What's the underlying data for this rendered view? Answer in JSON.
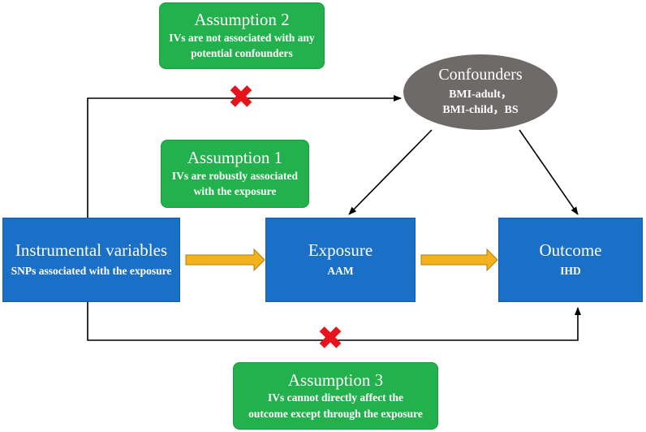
{
  "assumption2": {
    "title": "Assumption 2",
    "line1": "IVs are not associated with any",
    "line2": "potential confounders"
  },
  "assumption1": {
    "title": "Assumption 1",
    "line1": "IVs are robustly associated",
    "line2": "with the exposure"
  },
  "assumption3": {
    "title": "Assumption 3",
    "line1": "IVs cannot directly affect the",
    "line2": "outcome  except through the exposure"
  },
  "confounders": {
    "title": "Confounders",
    "line1": "BMI-adult，",
    "line2": "BMI-child，BS"
  },
  "instrumental": {
    "title": "Instrumental variables",
    "sub": "SNPs associated with the exposure"
  },
  "exposure": {
    "title": "Exposure",
    "sub": "AAM"
  },
  "outcome": {
    "title": "Outcome",
    "sub": "IHD"
  },
  "colors": {
    "blue_box": "#1a6fc6",
    "green_box": "#22b14c",
    "confounder_ellipse": "#6e6a6a",
    "cross": "#e8141b",
    "block_arrow": "#f2b21b"
  },
  "icons": {
    "violation": "red-cross-icon",
    "arrow": "arrow-icon"
  }
}
